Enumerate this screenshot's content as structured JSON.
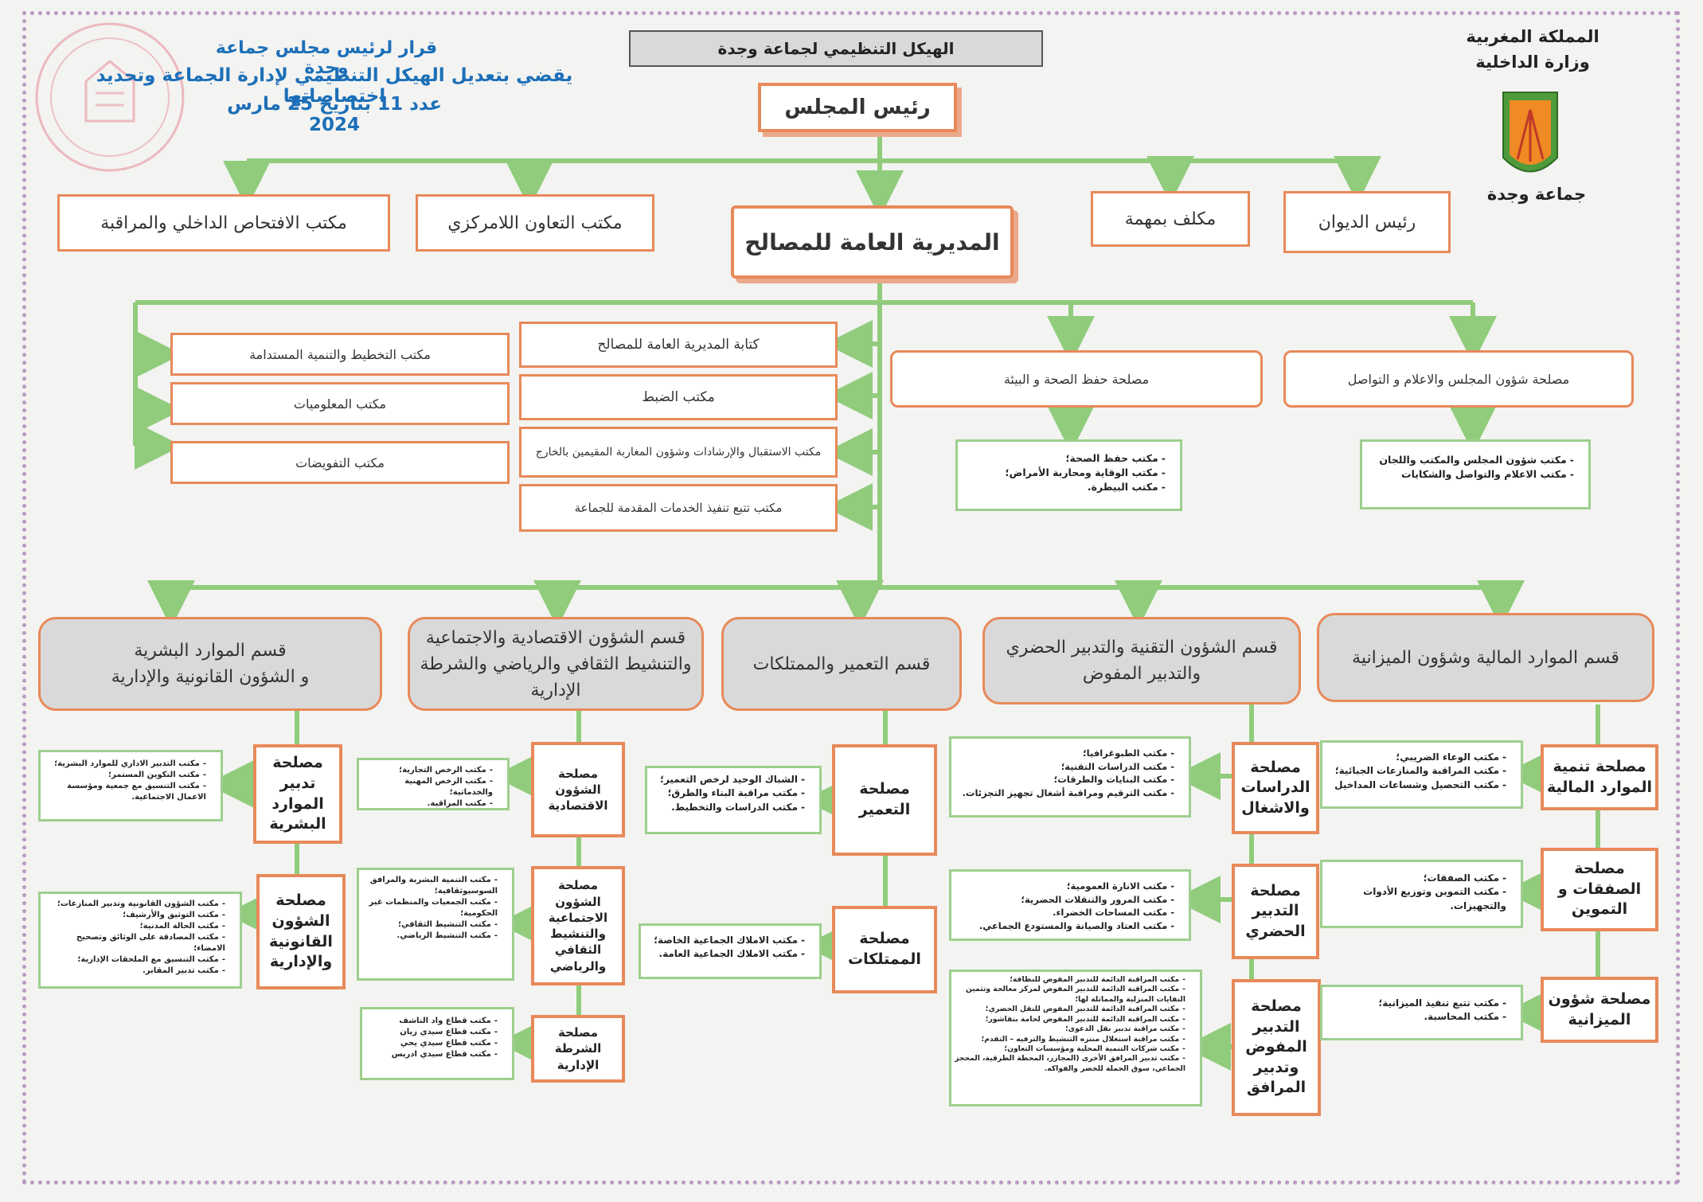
{
  "header": {
    "decision_line1": "قرار لرئيس مجلس جماعة وجدة",
    "decision_line2": "يقضي  بتعديل الهيكل التنظيمي لإدارة الجماعة وتحديد اختصاصاتها",
    "decision_line3": "عدد 11 بتاريخ 25 مارس 2024",
    "chart_title": "الهيكل التنظيمي لجماعة وجدة",
    "kingdom": "المملكة المغربية",
    "ministry": "وزارة الداخلية",
    "commune": "جماعة وجدة"
  },
  "top": {
    "president": "رئيس المجلس",
    "cabinet_head": "رئيس الديوان",
    "mission_officer": "مكلف بمهمة",
    "cooperation_office": "مكتب التعاون اللامركزي",
    "audit_office": "مكتب الافتحاص الداخلي والمراقبة",
    "general_directorate": "المديرية العامة للمصالح"
  },
  "dgs": {
    "left_offices": [
      "مكتب التخطيط والتنمية المستدامة",
      "مكتب المعلوميات",
      "مكتب التفويضات"
    ],
    "mid_offices": [
      "كتابة المديرية العامة للمصالح",
      "مكتب الضبط",
      "مكتب الاستقبال والإرشادات وشؤون المغاربة المقيمين بالخارج",
      "مكتب تتبع تنفيذ الخدمات المقدمة للجماعة"
    ],
    "health_service": "مصلحة حفظ الصحة و البيئة",
    "health_offices": [
      "مكتب حفظ الصحة؛",
      "مكتب الوقاية ومحاربة الأمراض؛",
      "مكتب البيطرة."
    ],
    "council_service": "مصلحة شؤون المجلس والاعلام و التواصل",
    "council_offices": [
      "مكتب شؤون المجلس والمكتب واللجان",
      "مكتب الاعلام والتواصل والشكايات"
    ]
  },
  "divisions": {
    "hr": {
      "title1": "قسم الموارد البشرية",
      "title2": "و الشؤون القانونية والإدارية",
      "svc1": "مصلحة تدبير الموارد البشرية",
      "svc1_offices": [
        "مكتب التدبير الاداري للموارد البشرية؛",
        "مكتب التكوين المستمر؛",
        "مكتب التنسيق مع جمعية ومؤسسة الاعمال الاجتماعية."
      ],
      "svc2": "مصلحة الشؤون القانونية والإدارية",
      "svc2_offices": [
        "مكتب الشؤون القانونية وتدبير المنازعات؛",
        "مكتب التوثيق والأرشيف؛",
        "مكتب الحالة المدنية؛",
        "مكتب المصادقة على الوثائق وتصحيح الامضاء؛",
        "مكتب التنسيق مع الملحقات الإدارية؛",
        "مكتب تدبير المقابر."
      ]
    },
    "eco": {
      "title1": "قسم الشؤون الاقتصادية والاجتماعية",
      "title2": "والتنشيط الثقافي والرياضي والشرطة الإدارية",
      "svc1": "مصلحة الشؤون الاقتصادية",
      "svc1_offices": [
        "مكتب الرخص التجارية؛",
        "مكتب الرخص المهنية والخدماتية؛",
        "مكتب المراقبة."
      ],
      "svc2": "مصلحة الشؤون الاجتماعية والتنشيط الثقافي والرياضي",
      "svc2_offices": [
        "مكتب التنمية البشرية والمرافق السوسيوثقافية؛",
        "مكتب الجمعيات والمنظمات غير الحكومية؛",
        "مكتب التنشيط الثقافي؛",
        "مكتب التنشيط الرياضي."
      ],
      "svc3": "مصلحة الشرطة الإدارية",
      "svc3_offices": [
        "مكتب قطاع واد الناشف",
        "مكتب قطاع سيدي زيان",
        "مكتب قطاع سيدي يحي",
        "مكتب قطاع سيدي ادريس"
      ]
    },
    "urban": {
      "title1": "قسم التعمير والممتلكات",
      "svc1": "مصلحة التعمير",
      "svc1_offices": [
        "الشباك الوحيد لرخص التعمير؛",
        "مكتب مراقبة البناء والطرق؛",
        "مكتب الدراسات والتخطيط."
      ],
      "svc2": "مصلحة الممتلكات",
      "svc2_offices": [
        "مكتب الاملاك الجماعية الخاصة؛",
        "مكتب الاملاك الجماعية العامة."
      ]
    },
    "tech": {
      "title1": "قسم الشؤون التقنية والتدبير الحضري",
      "title2": "والتدبير المفوض",
      "svc1": "مصلحة الدراسات والاشغال",
      "svc1_offices": [
        "مكتب الطبوغرافيا؛",
        "مكتب الدراسات التقنية؛",
        "مكتب البنايات والطرقات؛",
        "مكتب الترقيم ومراقبة أشغال تجهيز التجزئات."
      ],
      "svc2": "مصلحة التدبير الحضري",
      "svc2_offices": [
        "مكتب الانارة العمومية؛",
        "مكتب المرور والتنقلات الحضرية؛",
        "مكتب المساحات الخضراء.",
        "مكتب العتاد والصيانة والمستودع الجماعي."
      ],
      "svc3": "مصلحة التدبير المفوض وتدبير المرافق",
      "svc3_offices": [
        "مكتب المراقبة الدائمة للتدبير المفوض للنظافة؛",
        "مكتب المراقبة الدائمة للتدبير المفوض لمركز معالجة وتثمين النفايات المنزلية والمماثلة لها؛",
        "مكتب المراقبة الدائمة للتدبير المفوض للنقل الحضري؛",
        "مكتب المراقبة الدائمة للتدبير المفوض لحامة بنقاشور؛",
        "مكتب مراقبة تدبير نقل الدعوى؛",
        "مكتب مراقبة استغلال منتزه التنشيط والترفيه – التقدم؛",
        "مكتب شركات التنمية المحلية ومؤسسات التعاون؛",
        "مكتب تدبير المرافق الأخرى (المجازر، المحطة الطرقية، المحجز الجماعي، سوق الجملة للخضر والفواكه."
      ]
    },
    "fin": {
      "title1": "قسم الموارد المالية وشؤون الميزانية",
      "svc1": "مصلحة تنمية الموارد المالية",
      "svc1_offices": [
        "مكتب الوعاء الضريبي؛",
        "مكتب المراقبة والمنازعات الجبائية؛",
        "مكتب التحصيل وشساعات المداخيل"
      ],
      "svc2": "مصلحة الصفقات و التموين",
      "svc2_offices": [
        "مكتب الصفقات؛",
        "مكتب التموين وتوزيع الأدوات والتجهيزات."
      ],
      "svc3": "مصلحة شؤون الميزانية",
      "svc3_offices": [
        "مكتب تتبع تنفيذ الميزانية؛",
        "مكتب المحاسبة."
      ]
    }
  },
  "colors": {
    "connector": "#90cc7c",
    "orange_border": "#e8895a",
    "green_border": "#9dcf8e",
    "blue_text": "#1c6fb8",
    "division_fill": "#d9d9d9"
  }
}
